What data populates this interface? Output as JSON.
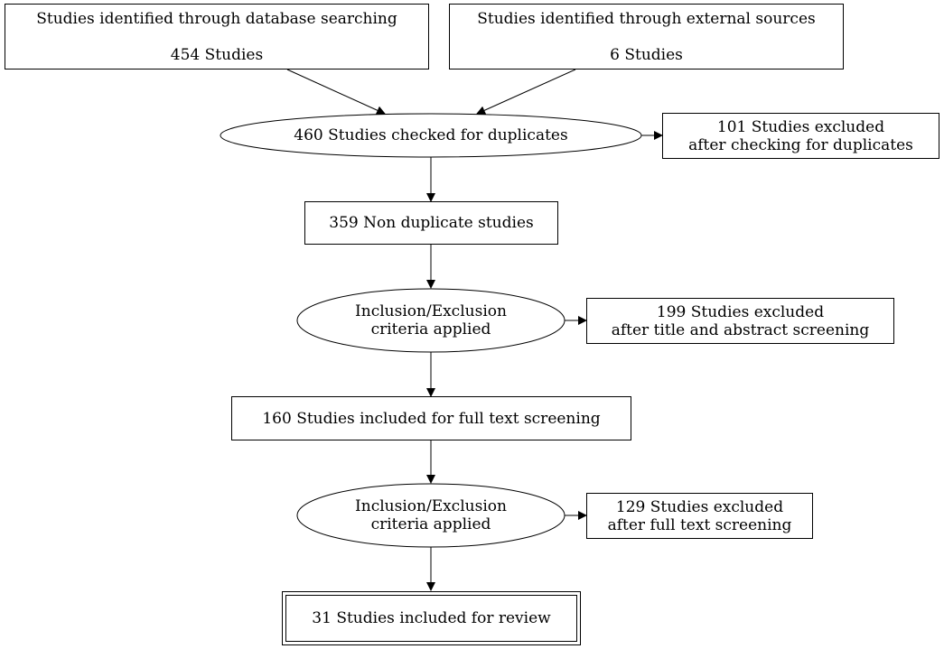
{
  "diagram": {
    "identification": {
      "database": {
        "label": "Studies identified through database searching",
        "count": "454 Studies"
      },
      "external": {
        "label": "Studies identified through external sources",
        "count": "6 Studies"
      }
    },
    "duplicates_check": {
      "label": "460 Studies checked for duplicates"
    },
    "duplicates_excluded": {
      "line1": "101 Studies excluded",
      "line2": "after checking for duplicates"
    },
    "non_duplicates": {
      "label": "359 Non duplicate studies"
    },
    "screening_criteria_1": {
      "line1": "Inclusion/Exclusion",
      "line2": "criteria applied"
    },
    "screening_excluded": {
      "line1": "199 Studies excluded",
      "line2": "after title and abstract screening"
    },
    "full_text": {
      "label": "160 Studies included for full text screening"
    },
    "screening_criteria_2": {
      "line1": "Inclusion/Exclusion",
      "line2": "criteria applied"
    },
    "full_text_excluded": {
      "line1": "129 Studies excluded",
      "line2": "after full text screening"
    },
    "included": {
      "label": "31 Studies included for review"
    }
  }
}
